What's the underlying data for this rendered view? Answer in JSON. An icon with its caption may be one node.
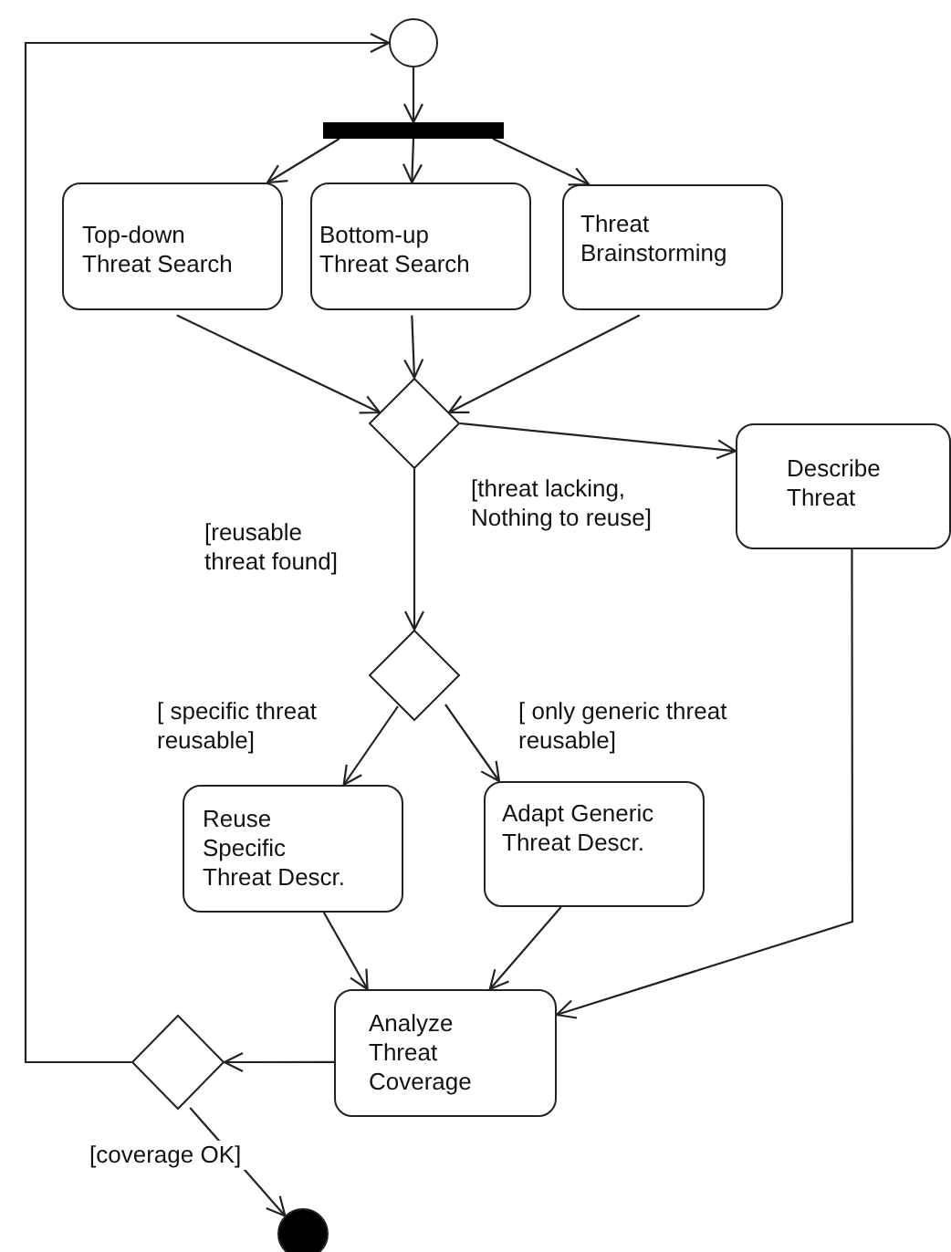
{
  "diagram": {
    "nodes": [
      {
        "text": [],
        "shape": "circle"
      },
      {
        "text": [],
        "shape": "bar"
      },
      {
        "text": [
          "Top-down Threat Search"
        ]
      },
      {
        "text": [
          "Bottom-up Threat Search"
        ]
      },
      {
        "text": [
          "Threat Brainstorming"
        ]
      },
      {
        "text": [],
        "shape": "diamond"
      },
      {
        "text": [
          "Describe Threat"
        ]
      },
      {
        "text": [],
        "shape": "diamond"
      },
      {
        "text": [
          "Reuse Specific Threat Descr."
        ]
      },
      {
        "text": [
          "Adapt Generic Threat Descr."
        ]
      },
      {
        "text": [
          "Analyze Threat Coverage"
        ]
      },
      {
        "text": [],
        "shape": "diamond"
      },
      {
        "text": [],
        "shape": "circle"
      }
    ],
    "edges": [
      {
        "from": 0,
        "to": 1,
        "arrow": "to"
      },
      {
        "from": 1,
        "to": 2,
        "arrow": "to"
      },
      {
        "from": 1,
        "to": 3,
        "arrow": "to"
      },
      {
        "from": 1,
        "to": 4,
        "arrow": "to"
      },
      {
        "from": 2,
        "to": 5,
        "arrow": "to"
      },
      {
        "from": 3,
        "to": 5,
        "arrow": "to"
      },
      {
        "from": 4,
        "to": 5,
        "arrow": "to"
      },
      {
        "from": 5,
        "to": 6,
        "arrow": "to",
        "label": "[threat lacking, Nothing to reuse]"
      },
      {
        "from": 5,
        "to": 7,
        "arrow": "to",
        "label": "[reusable threat found]"
      },
      {
        "from": 7,
        "to": 8,
        "arrow": "to",
        "label": "[ specific threat reusable]"
      },
      {
        "from": 7,
        "to": 9,
        "arrow": "to",
        "label": "[ only generic threat reusable]"
      },
      {
        "from": 6,
        "to": 10,
        "arrow": "to"
      },
      {
        "from": 8,
        "to": 10,
        "arrow": "to"
      },
      {
        "from": 9,
        "to": 10,
        "arrow": "to"
      },
      {
        "from": 10,
        "to": 11,
        "arrow": "to"
      },
      {
        "from": 11,
        "to": 0,
        "arrow": "to"
      },
      {
        "from": 11,
        "to": 12,
        "arrow": "to",
        "label": "[coverage OK]"
      }
    ]
  }
}
